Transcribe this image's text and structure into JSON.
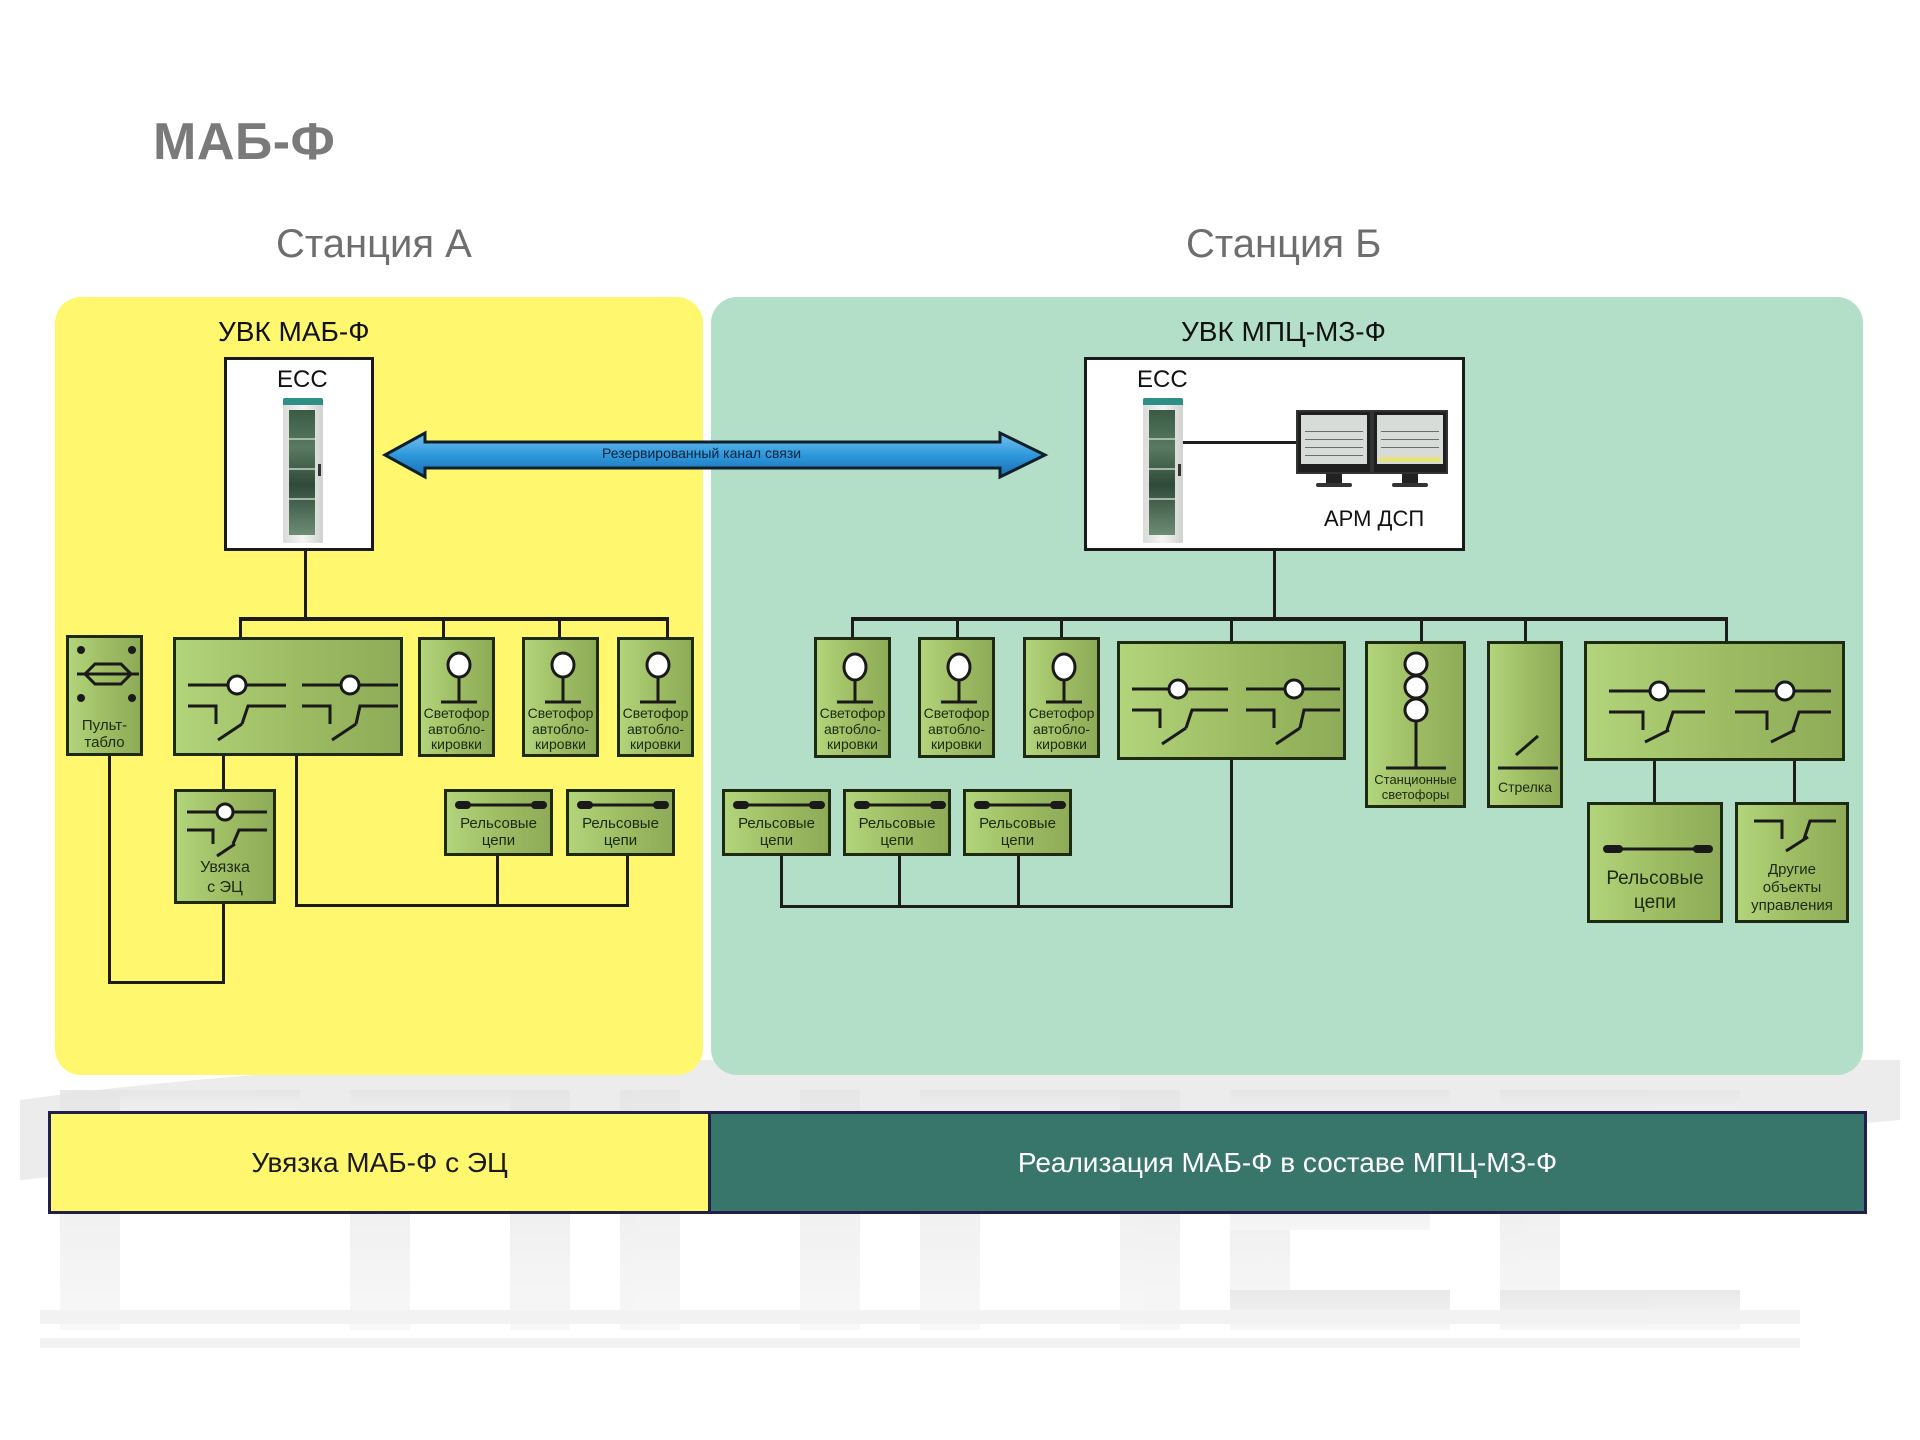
{
  "title": "МАБ-Ф",
  "stations": {
    "a": {
      "title": "Станция А",
      "uvk_title": "УВК МАБ-Ф",
      "ecc_label": "ЕСС",
      "modules": {
        "panel": "Пульт-\nтабло",
        "signals": [
          "Светофор\nавтобло-\nкировки",
          "Светофор\nавтобло-\nкировки",
          "Светофор\nавтобло-\nкировки"
        ],
        "interface": "Увязка\nс ЭЦ",
        "rails": [
          "Рельсовые\nцепи",
          "Рельсовые\nцепи"
        ]
      }
    },
    "b": {
      "title": "Станция Б",
      "uvk_title": "УВК МПЦ-МЗ-Ф",
      "ecc_label": "ЕСС",
      "workstation_label": "АРМ ДСП",
      "modules": {
        "signals": [
          "Светофор\nавтобло-\nкировки",
          "Светофор\nавтобло-\nкировки",
          "Светофор\nавтобло-\nкировки"
        ],
        "rails": [
          "Рельсовые\nцепи",
          "Рельсовые\nцепи",
          "Рельсовые\nцепи"
        ],
        "station_signals": "Станционные\nсветофоры",
        "switch": "Стрелка",
        "rail_big": "Рельсовые\nцепи",
        "other": "Другие\nобъекты\nуправления"
      }
    }
  },
  "channel": {
    "label": "Резервированный канал связи"
  },
  "bottom": {
    "left": "Увязка МАБ-Ф с ЭЦ",
    "right": "Реализация МАБ-Ф в составе МПЦ-МЗ-Ф"
  },
  "colors": {
    "station_a_bg": "#fff86f",
    "station_b_bg": "#b3dfc8",
    "module_green": "#9dbb62",
    "channel_blue": "#3aa0e0",
    "bottom_right_bg": "#38756a"
  }
}
